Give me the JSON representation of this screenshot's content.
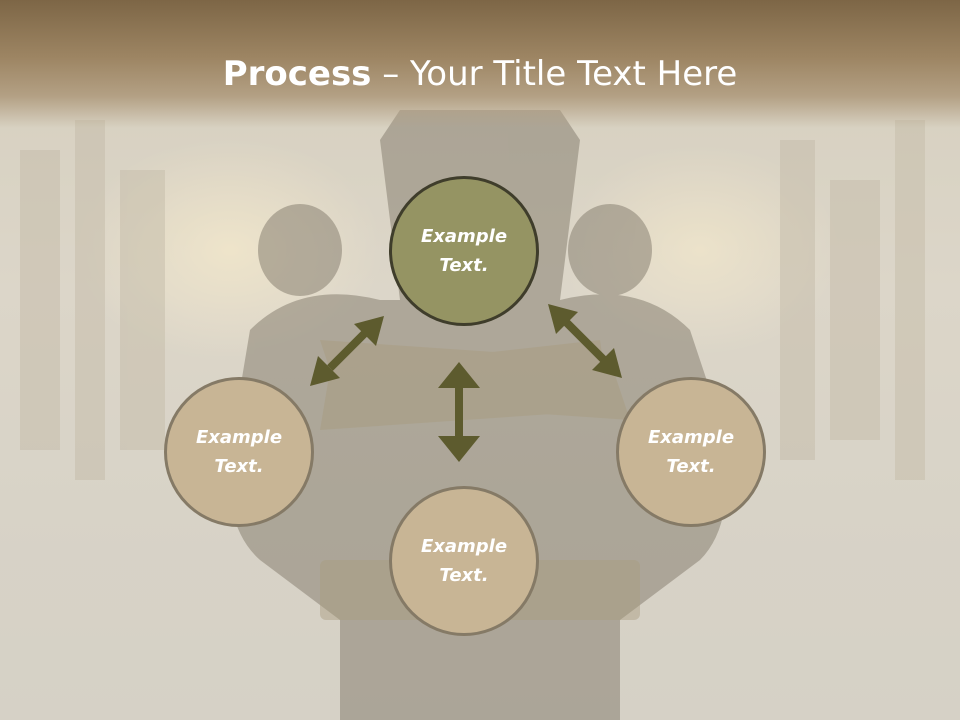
{
  "slide": {
    "title_strong": "Process",
    "title_rest": " – Your Title Text Here"
  },
  "diagram": {
    "nodes": [
      {
        "id": "top",
        "line1": "Example",
        "line2": "Text."
      },
      {
        "id": "left",
        "line1": "Example",
        "line2": "Text."
      },
      {
        "id": "right",
        "line1": "Example",
        "line2": "Text."
      },
      {
        "id": "bottom",
        "line1": "Example",
        "line2": "Text."
      }
    ]
  },
  "colors": {
    "title_band": "#7d6646",
    "center_node_fill": "#959463",
    "outer_node_fill": "#c8b595",
    "arrow": "#5d5b2e"
  }
}
